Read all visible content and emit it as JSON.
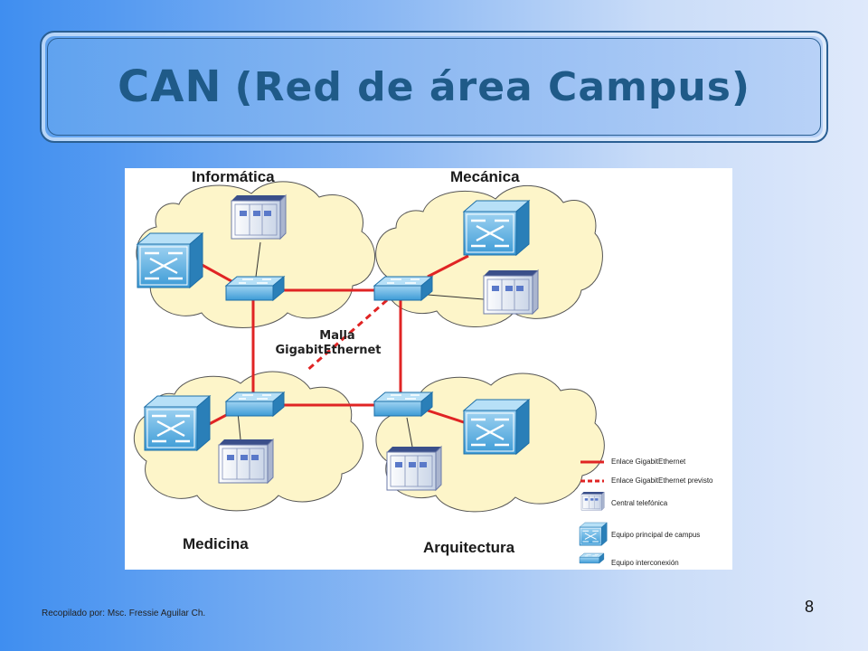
{
  "title": {
    "main": "CAN",
    "sub": "(Red de área Campus)"
  },
  "diagram": {
    "zones": {
      "informatica": "Informática",
      "mecanica": "Mecánica",
      "medicina": "Medicina",
      "arquitectura": "Arquitectura"
    },
    "mesh_label_line1": "Malla",
    "mesh_label_line2": "GigabitEthernet",
    "legend": {
      "link": "Enlace GigabitEthernet",
      "planned_link": "Enlace GigabitEthernet previsto",
      "phone": "Central telefónica",
      "main_equipment": "Equipo principal de campus",
      "interconnect": "Equipo interconexión"
    },
    "colors": {
      "link": "#e02424",
      "cloud": "#fdf5c9",
      "device": "#3d9bd6"
    }
  },
  "footer": "Recopilado por: Msc. Fressie Aguilar Ch.",
  "page_number": "8"
}
